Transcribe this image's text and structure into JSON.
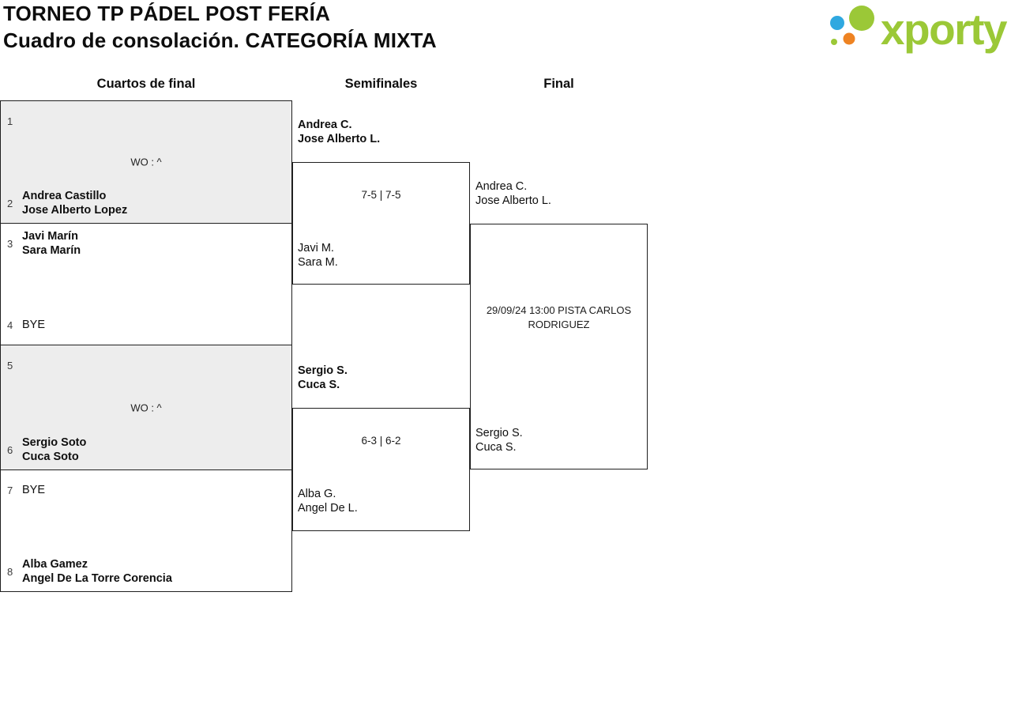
{
  "header": {
    "title": "TORNEO TP PÁDEL POST FERÍA",
    "subtitle": "Cuadro de consolación. CATEGORÍA MIXTA",
    "logo_text": "xporty"
  },
  "rounds": {
    "quarterfinals_label": "Cuartos de final",
    "semifinals_label": "Semifinales",
    "final_label": "Final"
  },
  "quarterfinals": [
    {
      "top_seed": "1",
      "top_team": "",
      "result": "WO : ^",
      "bottom_seed": "2",
      "bottom_team": "Andrea Castillo\nJose Alberto Lopez",
      "walkover": true
    },
    {
      "top_seed": "3",
      "top_team": "Javi Marín\nSara Marín",
      "result": "",
      "bottom_seed": "4",
      "bottom_team": "BYE",
      "walkover": false
    },
    {
      "top_seed": "5",
      "top_team": "",
      "result": "WO : ^",
      "bottom_seed": "6",
      "bottom_team": "Sergio Soto\nCuca Soto",
      "walkover": true
    },
    {
      "top_seed": "7",
      "top_team": "BYE",
      "result": "",
      "bottom_seed": "8",
      "bottom_team": "Alba Gamez\nAngel De La Torre Corencia",
      "walkover": false
    }
  ],
  "semifinals": [
    {
      "top_team": "Andrea C.\nJose Alberto L.",
      "score": "7-5 | 7-5",
      "bottom_team": "Javi M.\nSara M."
    },
    {
      "top_team": "Sergio S.\nCuca S.",
      "score": "6-3 | 6-2",
      "bottom_team": "Alba G.\nAngel De L."
    }
  ],
  "final": {
    "top_team": "Andrea C.\nJose Alberto L.",
    "schedule": "29/09/24 13:00 PISTA CARLOS RODRIGUEZ",
    "bottom_team": "Sergio S.\nCuca S."
  },
  "colors": {
    "walkover_bg": "#ededed",
    "border": "#1f1f1f",
    "logo_green": "#9bc837",
    "logo_blue": "#2fa8e0",
    "logo_orange": "#ee8322"
  }
}
